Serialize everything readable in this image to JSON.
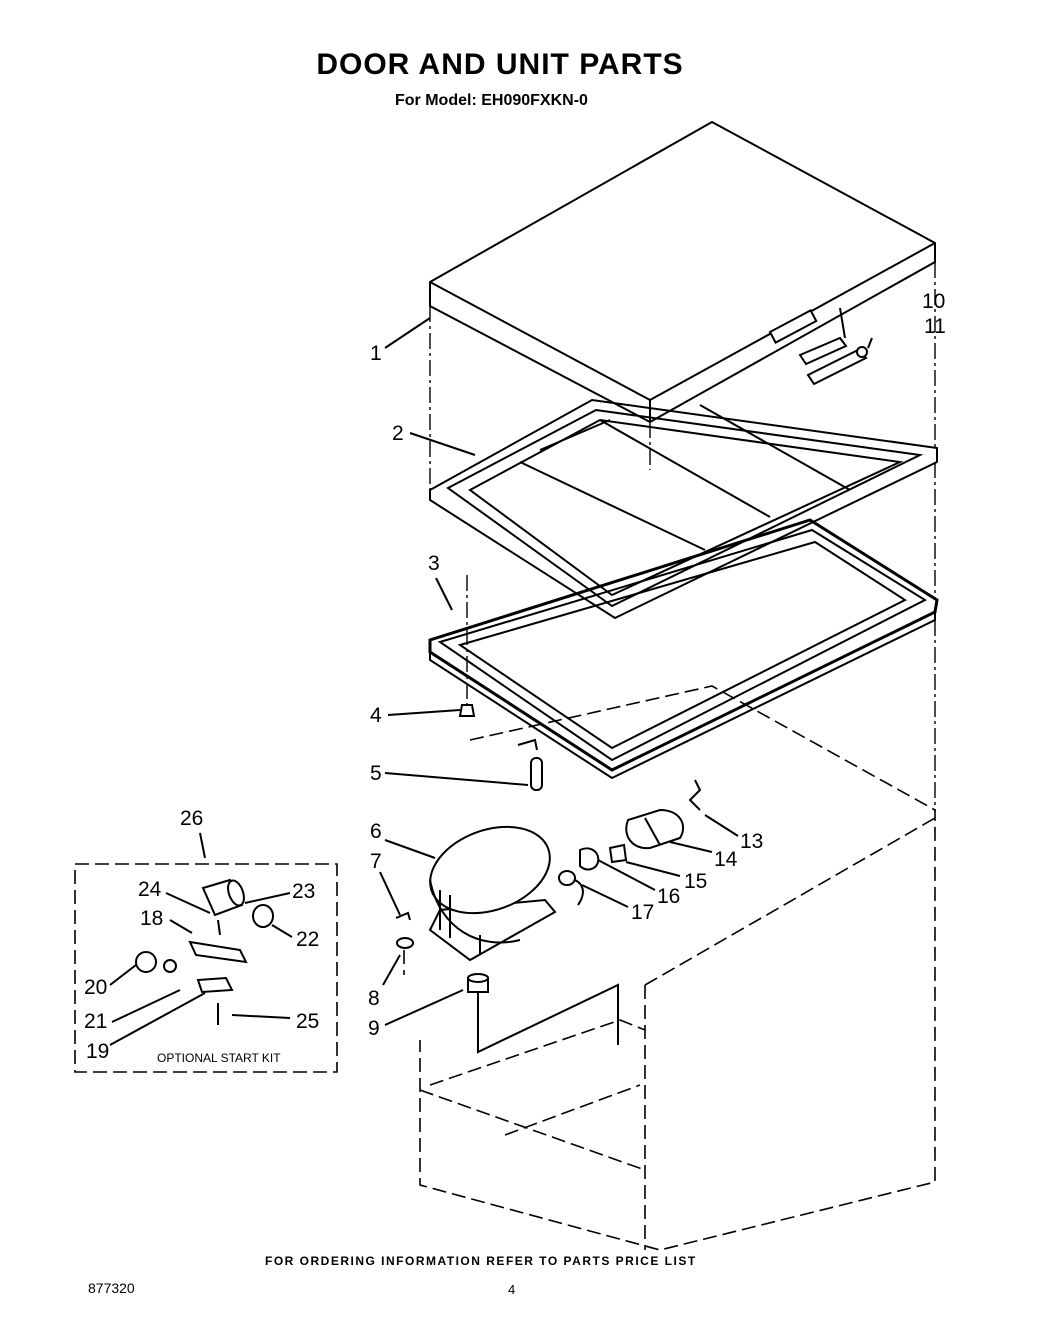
{
  "title": "DOOR AND UNIT PARTS",
  "model_line": "For Model: EH090FXKN-0",
  "footer_text": "FOR ORDERING INFORMATION REFER TO PARTS PRICE LIST",
  "document_number": "877320",
  "page_number": "4",
  "kit": {
    "label": "OPTIONAL START KIT"
  },
  "callouts": {
    "c1": "1",
    "c2": "2",
    "c3": "3",
    "c4": "4",
    "c5": "5",
    "c6": "6",
    "c7": "7",
    "c8": "8",
    "c9": "9",
    "c10": "10",
    "c11": "11",
    "c13": "13",
    "c14": "14",
    "c15": "15",
    "c16": "16",
    "c17": "17",
    "c18": "18",
    "c19": "19",
    "c20": "20",
    "c21": "21",
    "c22": "22",
    "c23": "23",
    "c24": "24",
    "c25": "25",
    "c26": "26"
  }
}
